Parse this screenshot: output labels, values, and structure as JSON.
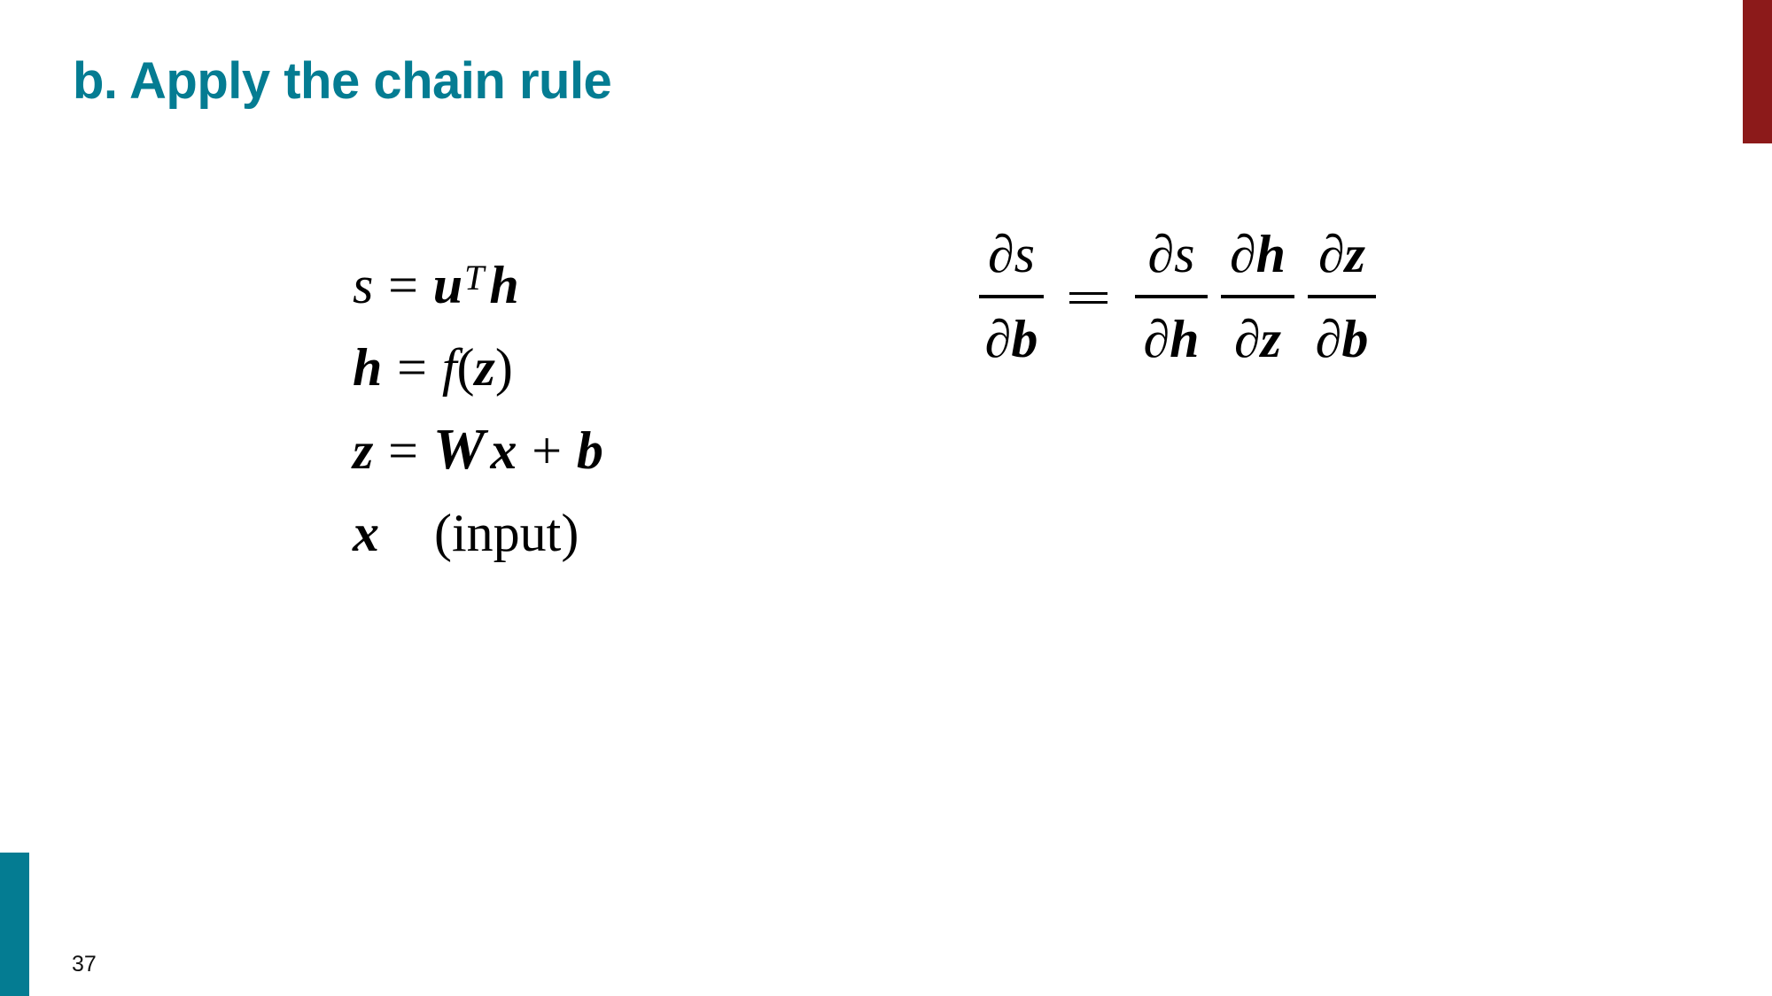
{
  "slide": {
    "title": "b. Apply the chain rule",
    "page_number": "37",
    "colors": {
      "title": "#047c92",
      "accent_top_right": "#8c1a1a",
      "accent_bottom_left": "#047c92"
    }
  },
  "equations": {
    "definitions": [
      {
        "lhs": "s",
        "op": "=",
        "rhs": [
          "u",
          "T",
          "h"
        ],
        "text": "s = u^T h"
      },
      {
        "lhs": "h",
        "op": "=",
        "rhs": [
          "f",
          "(",
          "z",
          ")"
        ],
        "text": "h = f(z)"
      },
      {
        "lhs": "z",
        "op": "=",
        "rhs": [
          "W",
          "x",
          "+",
          "b"
        ],
        "text": "z = Wx + b"
      },
      {
        "lhs": "x",
        "note": "(input)",
        "text": "x (input)"
      }
    ],
    "chain_rule": {
      "lhs": {
        "num": "∂s",
        "den": "∂b"
      },
      "op": "=",
      "factors": [
        {
          "num_d": "∂",
          "num_v": "s",
          "den_d": "∂",
          "den_v": "h"
        },
        {
          "num_d": "∂",
          "num_v": "h",
          "den_d": "∂",
          "den_v": "z"
        },
        {
          "num_d": "∂",
          "num_v": "z",
          "den_d": "∂",
          "den_v": "b"
        }
      ],
      "symbols": {
        "partial": "∂",
        "s": "s",
        "b": "b",
        "h": "h",
        "z": "z"
      }
    },
    "symbols": {
      "s": "s",
      "u": "u",
      "T": "T",
      "h": "h",
      "f": "f",
      "z": "z",
      "W": "W",
      "x": "x",
      "b": "b",
      "eq": "=",
      "plus": "+",
      "lparen": "(",
      "rparen": ")",
      "input": "(input)"
    }
  }
}
